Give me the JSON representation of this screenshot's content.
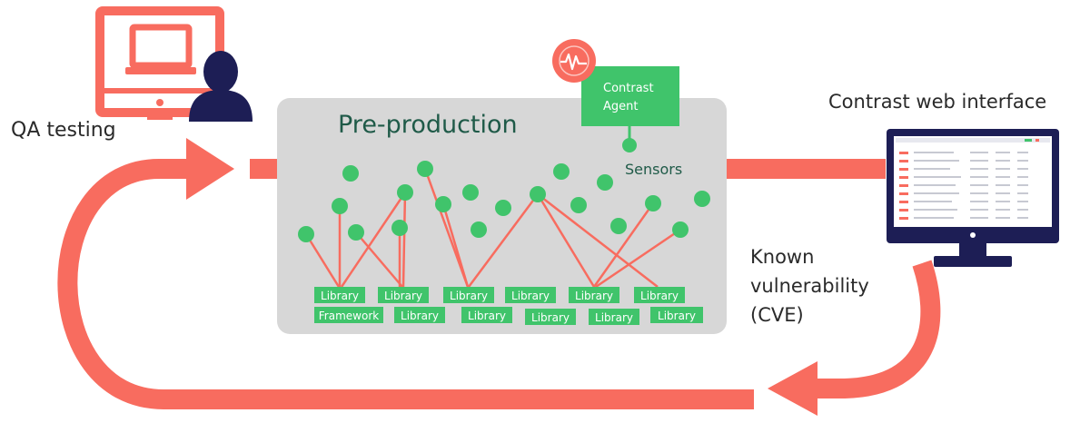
{
  "labels": {
    "qa_testing": "QA testing",
    "pre_production": "Pre-production",
    "contrast_agent_line1": "Contrast",
    "contrast_agent_line2": "Agent",
    "sensors": "Sensors",
    "web_interface": "Contrast web interface",
    "known_line1": "Known",
    "known_line2": "vulnerability",
    "known_line3": "(CVE)"
  },
  "libraries": {
    "row1": [
      "Library",
      "Library",
      "Library",
      "Library",
      "Library",
      "Library"
    ],
    "row2": [
      "Framework",
      "Library",
      "Library",
      "Library",
      "Library",
      "Library"
    ]
  },
  "colors": {
    "salmon": "#f86c5f",
    "green": "#40c46b",
    "gray_box": "#d7d7d7",
    "navy": "#1d1e55",
    "title_green": "#1f5a48",
    "text_dark": "#2a2a2a"
  },
  "icons": {
    "monitor": "monitor-icon",
    "person": "person-icon",
    "pulse": "pulse-icon",
    "web_screen": "web-monitor-icon"
  }
}
